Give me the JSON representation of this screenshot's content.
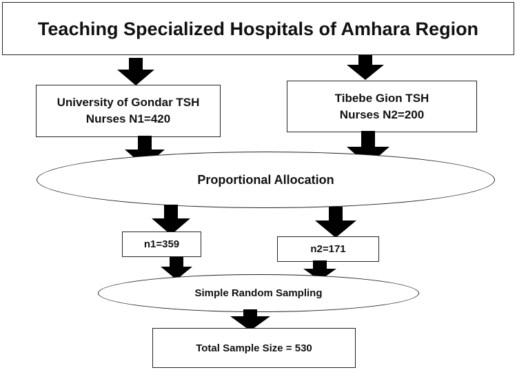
{
  "diagram": {
    "title": "Teaching Specialized Hospitals of Amhara Region",
    "hospital1": "University of Gondar TSH Nurses N1=420",
    "hospital2": "Tibebe Gion TSH Nurses N2=200",
    "allocation": "Proportional Allocation",
    "sample1": "n1=359",
    "sample2": "n2=171",
    "sampling_method": "Simple Random Sampling",
    "total": "Total Sample Size = 530"
  }
}
